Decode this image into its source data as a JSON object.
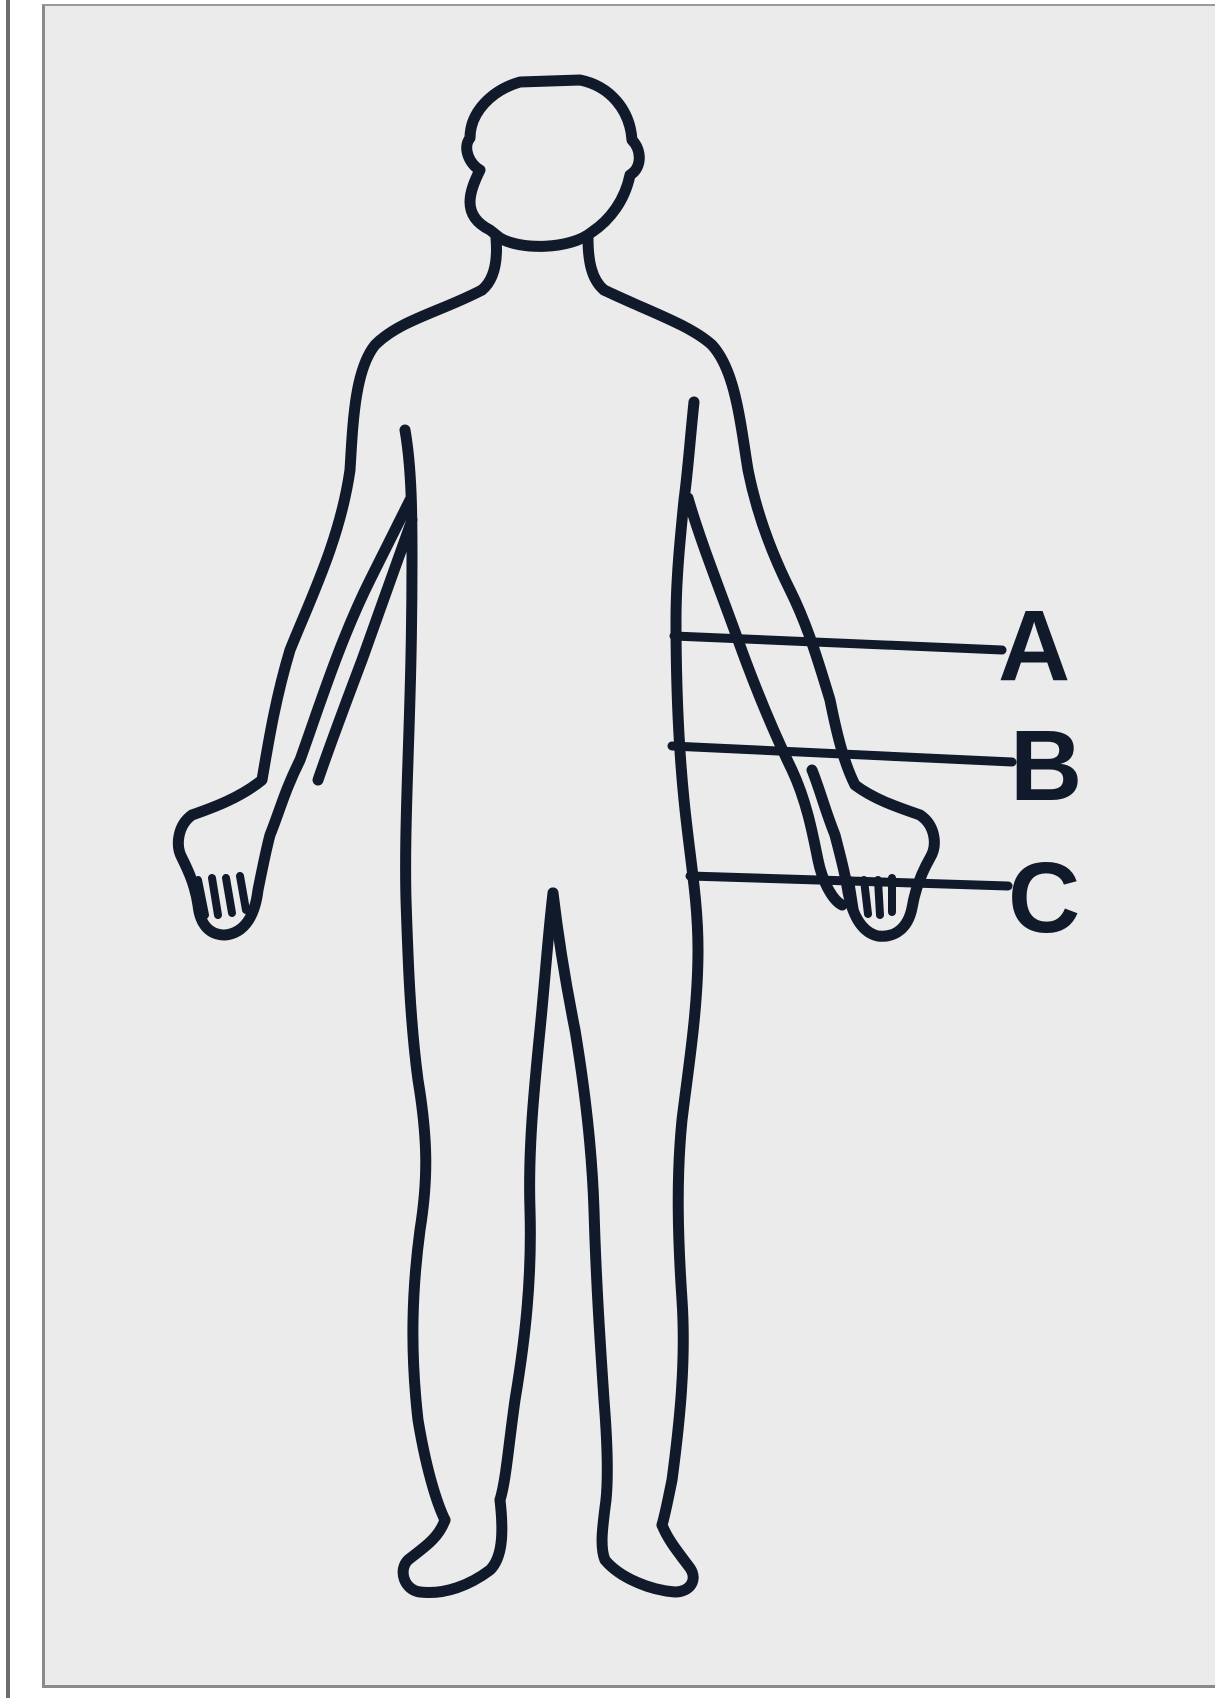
{
  "diagram": {
    "labels": [
      {
        "id": "A",
        "text": "A"
      },
      {
        "id": "B",
        "text": "B"
      },
      {
        "id": "C",
        "text": "C"
      }
    ]
  },
  "colors": {
    "outline": "#111a2a",
    "background": "#ebebeb"
  }
}
